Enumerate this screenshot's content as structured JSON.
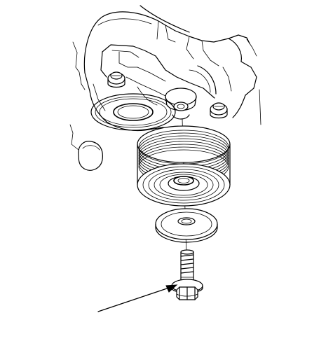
{
  "diagram": {
    "kind": "exploded-view line drawing",
    "parts": [
      "tensioner-bracket",
      "bracket-bolt-left",
      "bracket-bolt-right",
      "pulley-bore-boss",
      "idler-pulley",
      "pulley-washer",
      "flange-bolt",
      "pointer-arrow"
    ],
    "colors": {
      "line": "#000000",
      "background": "#ffffff"
    }
  }
}
